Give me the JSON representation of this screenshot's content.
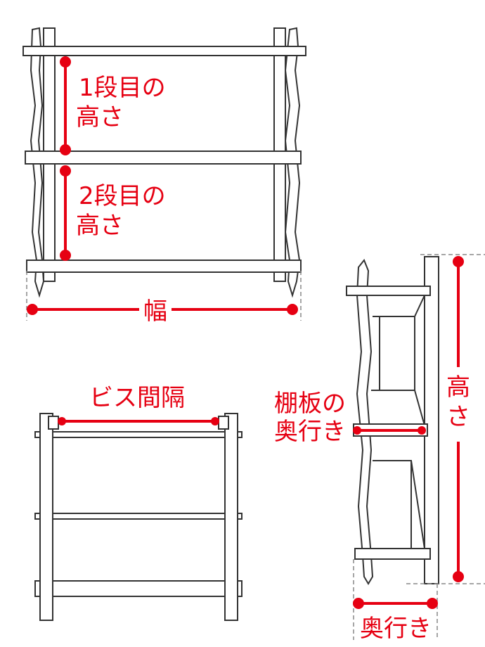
{
  "labels": {
    "tier1_height": [
      "1段目の",
      "高さ"
    ],
    "tier2_height": [
      "2段目の",
      "高さ"
    ],
    "width": "幅",
    "screw_spacing": "ビス間隔",
    "shelf_depth": [
      "棚板の",
      "奥行き"
    ],
    "height": [
      "高",
      "さ"
    ],
    "depth": "奥行き"
  },
  "colors": {
    "accent": "#e60012",
    "line": "#333333"
  }
}
